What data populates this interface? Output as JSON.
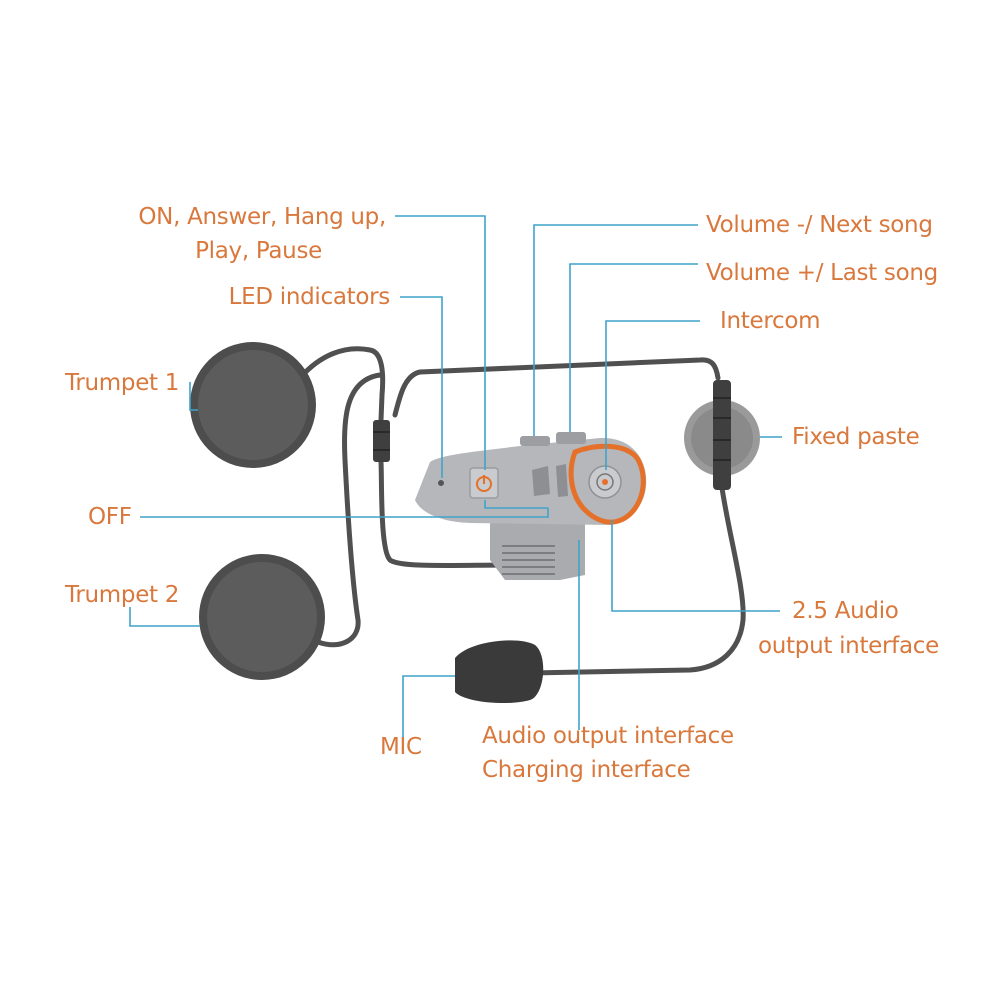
{
  "labels": {
    "on_answer_line1": "ON, Answer, Hang up,",
    "on_answer_line2": "Play, Pause",
    "led": "LED indicators",
    "trumpet1": "Trumpet 1",
    "off": "OFF",
    "trumpet2": "Trumpet 2",
    "mic": "MIC",
    "vol_down": "Volume -/ Next song",
    "vol_up": "Volume +/ Last song",
    "intercom": "Intercom",
    "fixed_paste": "Fixed paste",
    "audio25_line1": "2.5 Audio",
    "audio25_line2": "output interface",
    "audio_out": "Audio output interface",
    "charging": "Charging interface"
  },
  "colors": {
    "label_text": "#d9783c",
    "leader_line": "#3fa4c9",
    "cable": "#505050",
    "speaker": "#4d4d4d",
    "device_body": "#aeb0b3",
    "device_accent": "#e4702a"
  }
}
